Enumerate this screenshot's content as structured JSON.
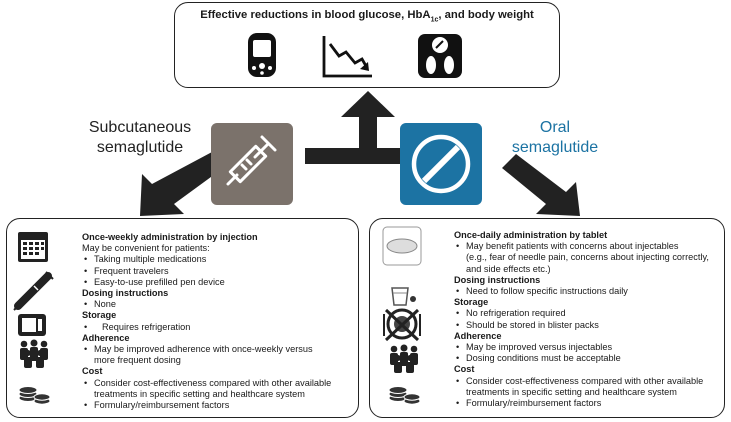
{
  "top": {
    "title_prefix": "Effective reductions in blood glucose, HbA",
    "title_sub": "1c",
    "title_suffix": ", and body weight"
  },
  "labels": {
    "subcutaneous_line1": "Subcutaneous",
    "subcutaneous_line2": "semaglutide",
    "oral_line1": "Oral",
    "oral_line2": "semaglutide"
  },
  "colors": {
    "subcutaneous": "#7b726b",
    "oral": "#1c73a3",
    "arrow": "#222222"
  },
  "icons": {
    "top": [
      "glucometer-icon",
      "declining-chart-icon",
      "weighing-scale-icon"
    ],
    "left": [
      "calendar-icon",
      "pen-injector-icon",
      "refrigerator-icon",
      "people-group-icon",
      "coins-icon"
    ],
    "right": [
      "tablet-icon",
      "water-glass-icon",
      "no-food-plate-icon",
      "people-group-icon",
      "coins-icon"
    ],
    "center_left": "syringe-icon",
    "center_right": "pill-icon"
  },
  "left": {
    "heading1": "Once-weekly administration by injection",
    "line_convenient": "May be convenient for patients:",
    "bullets1": [
      "Taking multiple medications",
      "Frequent travelers",
      "Easy-to-use prefilled pen device"
    ],
    "heading2": "Dosing instructions",
    "bullets2": [
      "None"
    ],
    "heading3": "Storage",
    "bullets3": [
      "Requires refrigeration"
    ],
    "heading4": "Adherence",
    "bullets4a": "May be improved adherence with once-weekly versus",
    "bullets4b": "more frequent dosing",
    "heading5": "Cost",
    "bullets5a": "Consider cost-effectiveness compared with other available",
    "bullets5b": "treatments in specific setting and healthcare system",
    "bullets5c": "Formulary/reimbursement factors"
  },
  "right": {
    "heading1": "Once-daily administration by tablet",
    "bullets1a": "May benefit patients with concerns about injectables",
    "bullets1b": "(e.g., fear of needle pain, concerns about injecting correctly,",
    "bullets1c": "and side effects etc.)",
    "heading2": "Dosing instructions",
    "bullets2": [
      "Need to follow specific instructions daily"
    ],
    "heading3": "Storage",
    "bullets3": [
      "No refrigeration required",
      "Should be stored in blister packs"
    ],
    "heading4": "Adherence",
    "bullets4": [
      "May be improved versus injectables",
      "Dosing conditions must be acceptable"
    ],
    "heading5": "Cost",
    "bullets5a": "Consider cost-effectiveness compared with other available",
    "bullets5b": "treatments in specific setting and healthcare system",
    "bullets5c": "Formulary/reimbursement factors"
  }
}
